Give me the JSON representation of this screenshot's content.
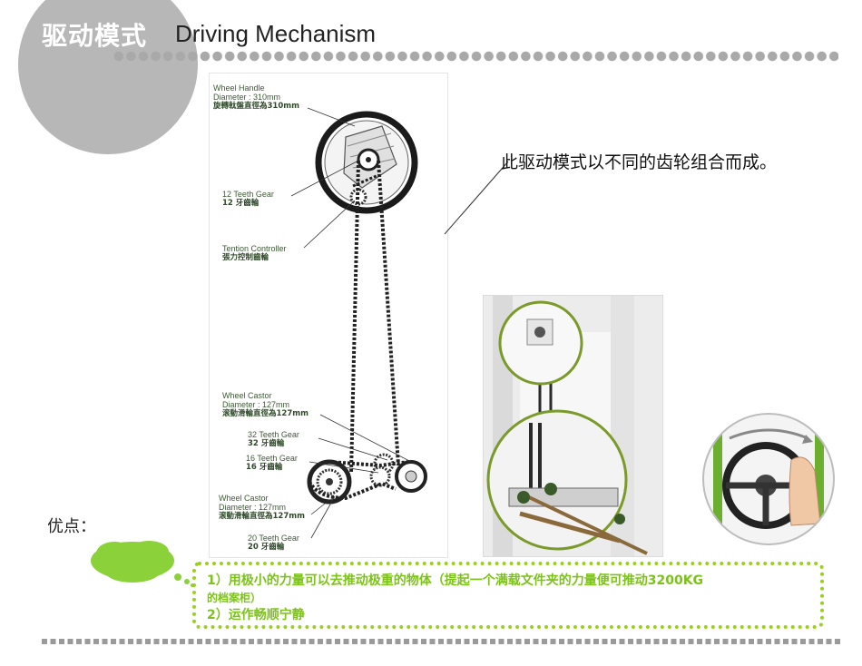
{
  "header": {
    "title_cn": "驱动模式",
    "title_en": "Driving Mechanism"
  },
  "diagram": {
    "labels": [
      {
        "en": "Wheel Handle",
        "en2": "Diameter : 310mm",
        "cn": "旋轉軚盤直徑為310mm"
      },
      {
        "en": "12 Teeth Gear",
        "cn": "12 牙齒輪"
      },
      {
        "en": "Tention Controller",
        "cn": "張力控制齒輪"
      },
      {
        "en": "Wheel Castor",
        "en2": "Diameter : 127mm",
        "cn": "滚動滑輪直徑為127mm"
      },
      {
        "en": "32 Teeth Gear",
        "cn": "32 牙齒輪"
      },
      {
        "en": "16 Teeth Gear",
        "cn": "16 牙齒輪"
      },
      {
        "en": "Wheel Castor",
        "en2": "Diameter : 127mm",
        "cn": "滚動滑輪直徑為127mm"
      },
      {
        "en": "20 Teeth Gear",
        "cn": "20 牙齒輪"
      }
    ]
  },
  "callout": {
    "text": "此驱动模式以不同的齿轮组合而成。"
  },
  "advantages": {
    "label": "优点：",
    "line1": "1）用极小的力量可以去推动极重的物体（提起一个满载文件夹的力量便可推动3200KG",
    "line1b": "的档案柜）",
    "line2": "2）运作畅顺宁静"
  },
  "colors": {
    "accent_green": "#7cc21a",
    "cloud_green": "#8bd13a",
    "circle_gray": "#b7b7b7"
  }
}
